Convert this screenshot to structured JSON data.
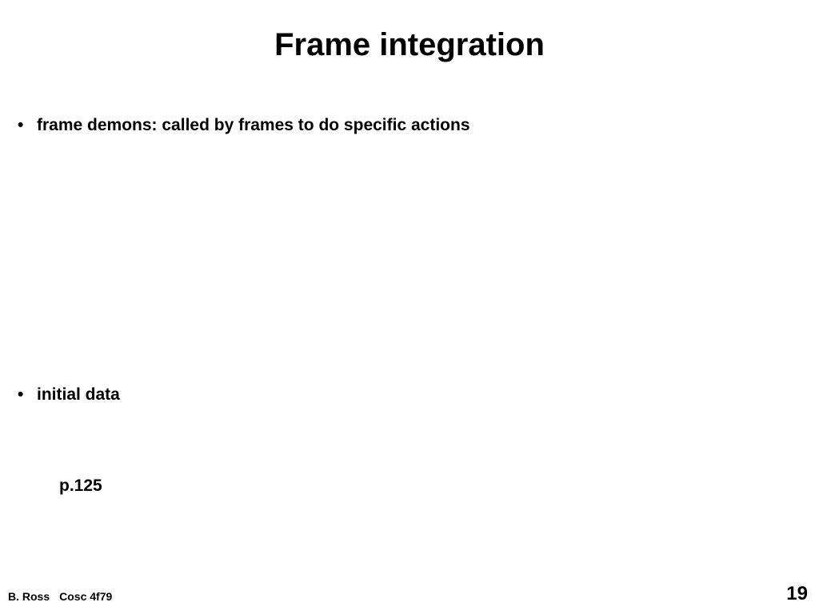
{
  "slide": {
    "title": "Frame integration",
    "bullets": [
      {
        "marker": "•",
        "text": "frame demons: called by frames to do specific actions"
      },
      {
        "marker": "•",
        "text": "initial data"
      }
    ],
    "reference": "p.125",
    "footer": {
      "author": "B. Ross",
      "course": "Cosc 4f79",
      "page_number": "19"
    }
  }
}
